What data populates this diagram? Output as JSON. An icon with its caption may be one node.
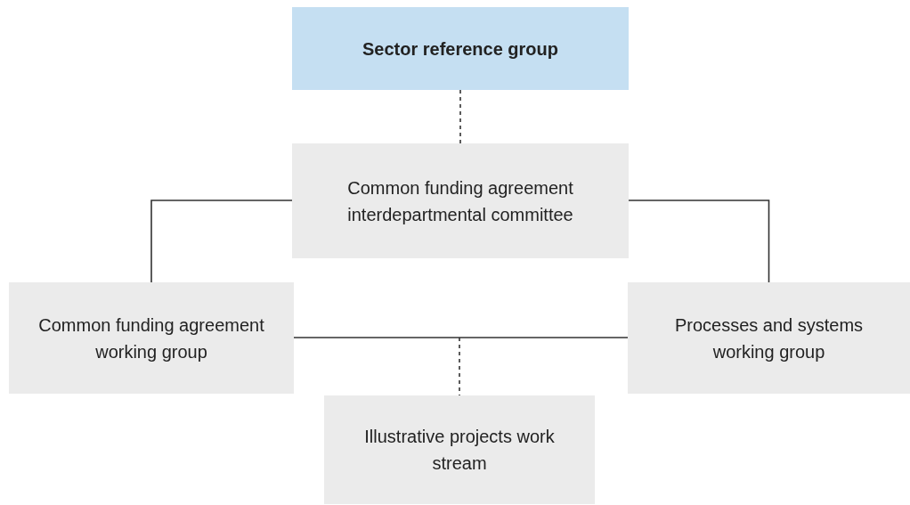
{
  "diagram": {
    "nodes": [
      {
        "text": [
          "Sector reference group"
        ]
      },
      {
        "text": [
          "Common funding agreement interdepartmental committee"
        ]
      },
      {
        "text": [
          "Common funding agreement working group"
        ]
      },
      {
        "text": [
          "Processes and systems working group"
        ]
      },
      {
        "text": [
          "Illustrative projects work stream"
        ]
      }
    ],
    "edges": [
      {
        "from": 0,
        "to": 1,
        "arrow": "none",
        "style": "dashed"
      },
      {
        "from": 1,
        "to": 2,
        "arrow": "none"
      },
      {
        "from": 1,
        "to": 3,
        "arrow": "none"
      },
      {
        "from": 2,
        "to": 3,
        "arrow": "none"
      },
      {
        "from": null,
        "to": 4,
        "arrow": "none",
        "style": "dashed"
      }
    ]
  }
}
